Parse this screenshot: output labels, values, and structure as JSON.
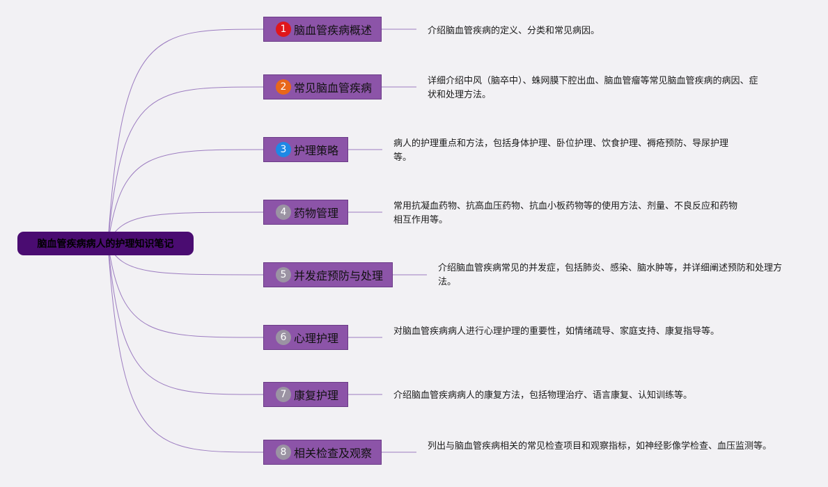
{
  "root": {
    "title": "脑血管疾病病人的护理知识笔记",
    "color": "#4a0c71"
  },
  "colors": {
    "branch_fill": "#8c54a8",
    "connector": "#9c7cc0"
  },
  "branches": [
    {
      "number": "1",
      "badge_color": "#e0161b",
      "label": "脑血管疾病概述",
      "description": "介绍脑血管疾病的定义、分类和常见病因。"
    },
    {
      "number": "2",
      "badge_color": "#e8671a",
      "label": "常见脑血管疾病",
      "description": "详细介绍中风（脑卒中）、蛛网膜下腔出血、脑血管瘤等常见脑血管疾病的病因、症状和处理方法。"
    },
    {
      "number": "3",
      "badge_color": "#1e88e5",
      "label": "护理策略",
      "description": "病人的护理重点和方法，包括身体护理、卧位护理、饮食护理、褥疮预防、导尿护理等。"
    },
    {
      "number": "4",
      "badge_color": "#9b93a3",
      "label": "药物管理",
      "description": "常用抗凝血药物、抗高血压药物、抗血小板药物等的使用方法、剂量、不良反应和药物相互作用等。"
    },
    {
      "number": "5",
      "badge_color": "#9b93a3",
      "label": "并发症预防与处理",
      "description": "介绍脑血管疾病常见的并发症，包括肺炎、感染、脑水肿等，并详细阐述预防和处理方法。"
    },
    {
      "number": "6",
      "badge_color": "#9b93a3",
      "label": "心理护理",
      "description": "对脑血管疾病病人进行心理护理的重要性，如情绪疏导、家庭支持、康复指导等。"
    },
    {
      "number": "7",
      "badge_color": "#9b93a3",
      "label": "康复护理",
      "description": "介绍脑血管疾病病人的康复方法，包括物理治疗、语言康复、认知训练等。"
    },
    {
      "number": "8",
      "badge_color": "#9b93a3",
      "label": "相关检查及观察",
      "description": "列出与脑血管疾病相关的常见检查项目和观察指标，如神经影像学检查、血压监测等。"
    }
  ]
}
